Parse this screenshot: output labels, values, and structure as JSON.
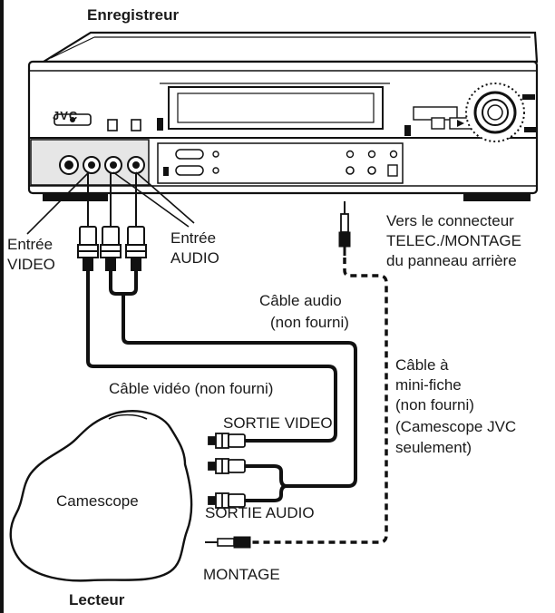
{
  "recorder": {
    "title": "Enregistreur",
    "brand": "JVC"
  },
  "player": {
    "title": "Lecteur",
    "device": "Camescope"
  },
  "labels": {
    "video_in": [
      "Entrée",
      "VIDEO"
    ],
    "audio_in": [
      "Entrée",
      "AUDIO"
    ],
    "remote_connector": [
      "Vers le connecteur",
      "TELEC./MONTAGE",
      "du panneau arrière"
    ],
    "audio_cable": [
      "Câble audio",
      "(non fourni)"
    ],
    "minijack_cable": [
      "Câble à",
      "mini-fiche",
      "(non fourni)",
      "(Camescope JVC",
      "seulement)"
    ],
    "video_cable": "Câble vidéo (non fourni)",
    "video_out": "SORTIE VIDEO",
    "audio_out": "SORTIE AUDIO",
    "edit": "MONTAGE"
  },
  "colors": {
    "ink": "#111111",
    "panel": "#e6e6e6"
  }
}
